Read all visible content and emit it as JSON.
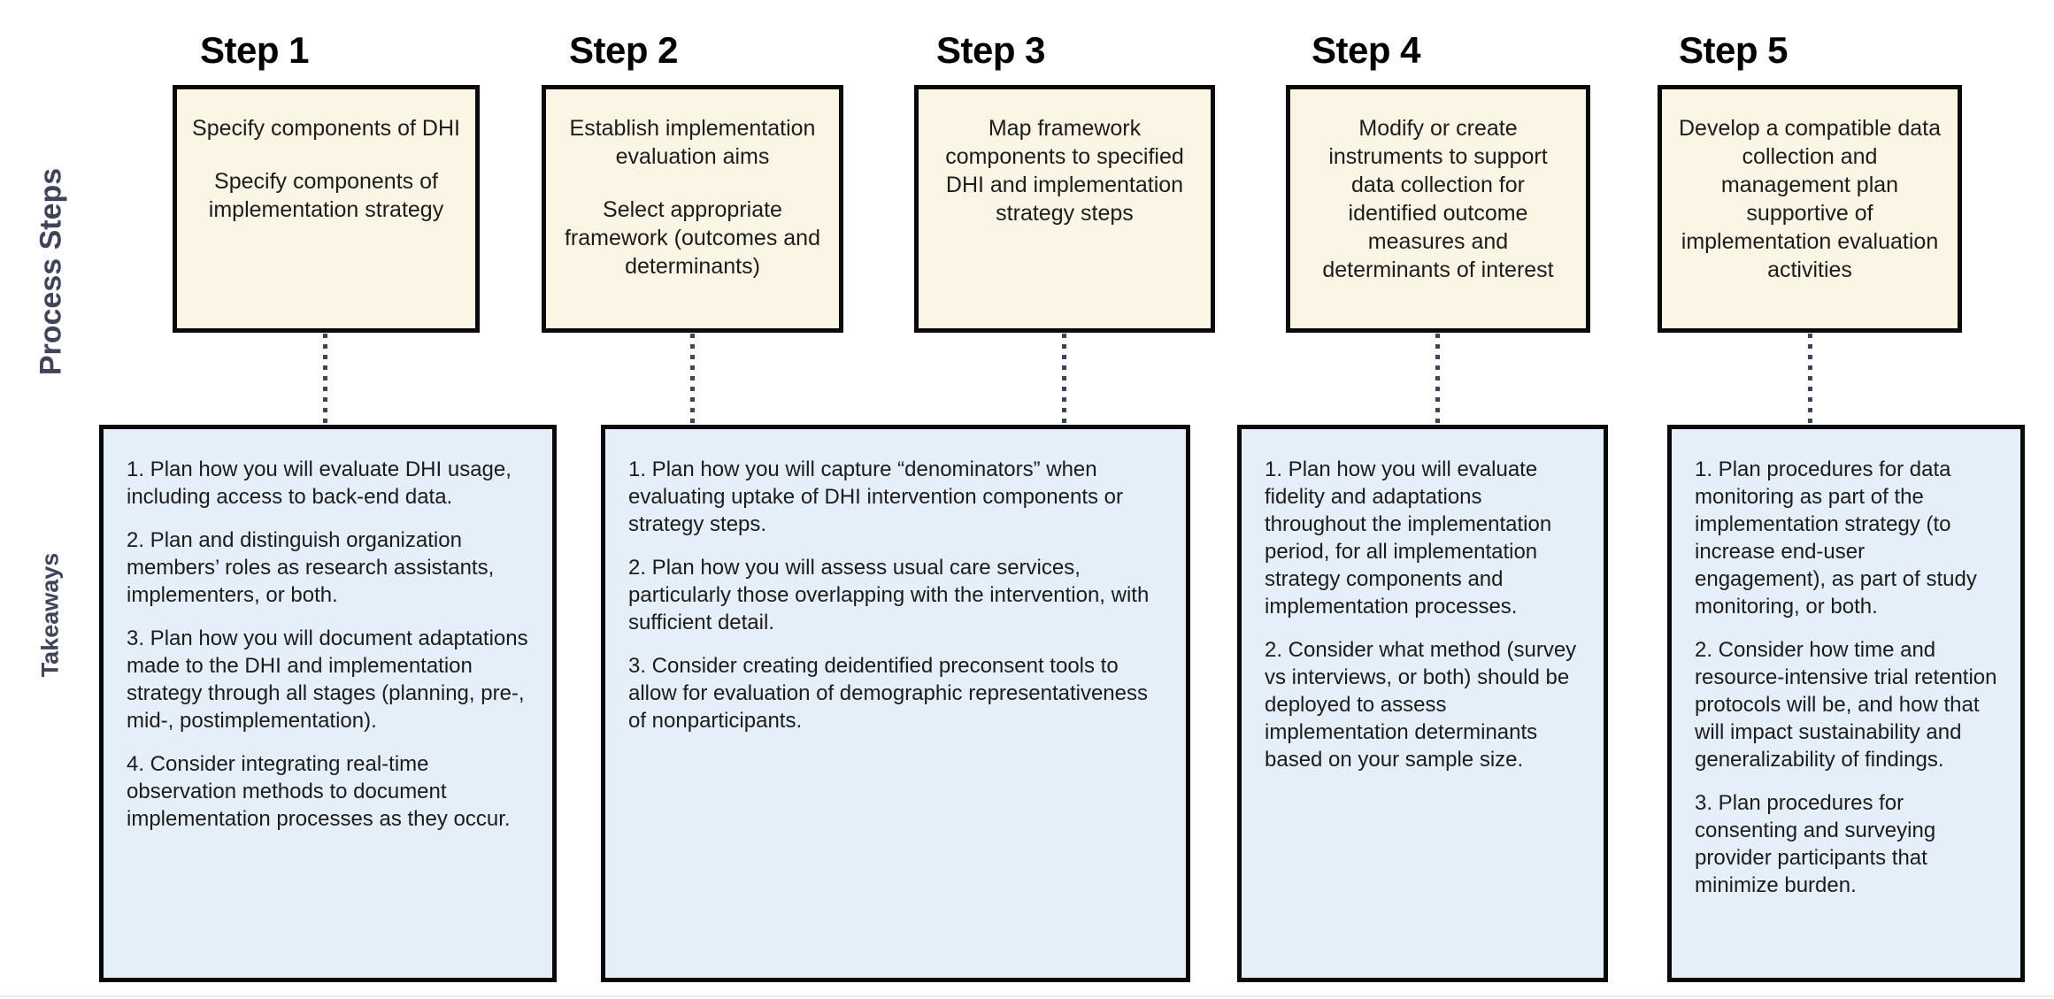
{
  "row_labels": {
    "process_steps": "Process Steps",
    "takeaways": "Takeaways"
  },
  "steps": [
    {
      "label": "Step 1",
      "paragraphs": [
        "Specify components of DHI",
        "Specify components of implementation strategy"
      ]
    },
    {
      "label": "Step 2",
      "paragraphs": [
        "Establish implementation evaluation aims",
        "Select appropriate framework (outcomes and determinants)"
      ]
    },
    {
      "label": "Step 3",
      "paragraphs": [
        "Map framework components to specified DHI and implementation strategy steps"
      ]
    },
    {
      "label": "Step 4",
      "paragraphs": [
        "Modify or create instruments to support data collection for identified outcome measures and determinants of interest"
      ]
    },
    {
      "label": "Step 5",
      "paragraphs": [
        "Develop a compatible data collection and management plan supportive of implementation evaluation activities"
      ]
    }
  ],
  "takeaways": [
    {
      "items": [
        "1. Plan how you will evaluate DHI usage, including access to back-end data.",
        "2. Plan and distinguish organization members’ roles as research assistants, implementers, or both.",
        "3. Plan how you will document adaptations made to the DHI and implementation strategy through all stages (planning, pre-, mid-, postimplementation).",
        "4. Consider integrating real-time observation methods to document implementation processes as they occur."
      ]
    },
    {
      "items": [
        "1. Plan how you will capture “denominators” when evaluating uptake of DHI intervention components or strategy steps.",
        "2. Plan how you will assess usual care services, particularly those overlapping with the intervention, with sufficient detail.",
        "3. Consider creating deidentified preconsent tools to allow for evaluation of demographic representativeness of nonparticipants."
      ]
    },
    {
      "items": [
        "1. Plan how you will evaluate fidelity and adaptations throughout the implementation period, for all implementation strategy components and implementation processes.",
        "2. Consider what method (survey vs interviews, or both) should be deployed to assess implementation determinants based on your sample size."
      ]
    },
    {
      "items": [
        "1. Plan procedures for data monitoring as part of the implementation strategy (to increase end-user engagement), as part of study monitoring, or both.",
        "2. Consider how time and resource-intensive trial retention protocols will be, and how that will impact sustainability and generalizability of findings.",
        "3. Plan procedures for consenting and surveying provider participants that minimize burden."
      ]
    }
  ],
  "colors": {
    "process_box_fill": "#FAF5E4",
    "takeaway_box_fill": "#E4EFFA",
    "box_border": "#0A0A0A",
    "label_text": "#3F4459",
    "connector": "#3F4459",
    "body_text": "#1C1C1C",
    "heading_text": "#000000"
  }
}
